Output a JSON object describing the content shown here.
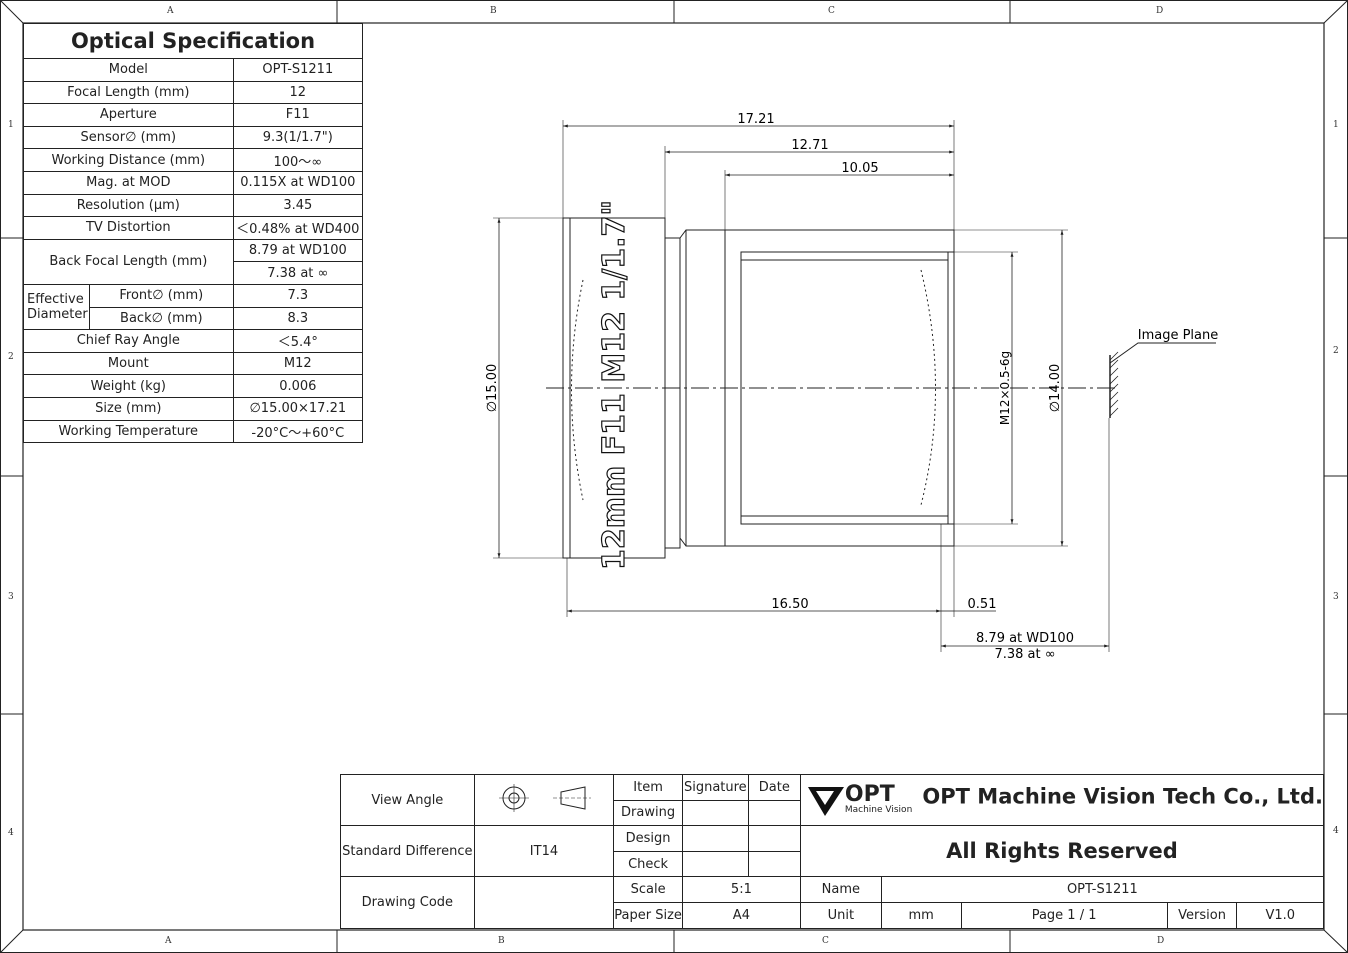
{
  "border": {
    "columns": [
      "A",
      "B",
      "C",
      "D"
    ],
    "rows": [
      "1",
      "2",
      "3",
      "4"
    ]
  },
  "spec": {
    "title": "Optical Specification",
    "rows": [
      {
        "label": "Model",
        "value": "OPT-S1211"
      },
      {
        "label": "Focal Length (mm)",
        "value": "12"
      },
      {
        "label": "Aperture",
        "value": "F11"
      },
      {
        "label": "Sensor∅ (mm)",
        "value": "9.3(1/1.7\")"
      },
      {
        "label": "Working Distance (mm)",
        "value": "100～∞"
      },
      {
        "label": "Mag. at MOD",
        "value": "0.115X at WD100"
      },
      {
        "label": "Resolution (μm)",
        "value": "3.45"
      },
      {
        "label": "TV Distortion",
        "value": "＜0.48% at WD400"
      }
    ],
    "bfl": {
      "label": "Back Focal Length (mm)",
      "value1": "8.79 at WD100",
      "value2": "7.38 at ∞"
    },
    "effective": {
      "label": "Effective Diameter",
      "front_label": "Front∅ (mm)",
      "front_value": "7.3",
      "back_label": "Back∅ (mm)",
      "back_value": "8.3"
    },
    "rows2": [
      {
        "label": "Chief Ray Angle",
        "value": "＜5.4°"
      },
      {
        "label": "Mount",
        "value": "M12"
      },
      {
        "label": "Weight (kg)",
        "value": "0.006"
      },
      {
        "label": "Size (mm)",
        "value": "∅15.00×17.21"
      },
      {
        "label": "Working Temperature",
        "value": "-20°C～+60°C"
      }
    ]
  },
  "drawing": {
    "lens_marking": "12mm F11 M12 1/1.7\"",
    "dim_total": "17.21",
    "dim_mid": "12.71",
    "dim_thread": "10.05",
    "dia_front": "∅15.00",
    "dia_thread": "M12×0.5-6g",
    "dia_rear": "∅14.00",
    "dim_bottom": "16.50",
    "dim_small": "0.51",
    "bfl_1": "8.79 at WD100",
    "bfl_2": "7.38 at ∞",
    "image_plane": "Image Plane"
  },
  "titleblock": {
    "view_angle": "View Angle",
    "standard_difference": "Standard Difference",
    "standard_value": "IT14",
    "drawing_code": "Drawing Code",
    "item": "Item",
    "signature": "Signature",
    "date": "Date",
    "drawing": "Drawing",
    "design": "Design",
    "check": "Check",
    "scale": "Scale",
    "scale_value": "5:1",
    "paper_size": "Paper Size",
    "paper_value": "A4",
    "logo": "OPT",
    "logo_sub": "Machine Vision",
    "company": "OPT Machine Vision Tech Co., Ltd.",
    "rights": "All Rights Reserved",
    "name": "Name",
    "name_value": "OPT-S1211",
    "unit": "Unit",
    "unit_value": "mm",
    "page": "Page  1 / 1",
    "version": "Version",
    "version_value": "V1.0"
  }
}
